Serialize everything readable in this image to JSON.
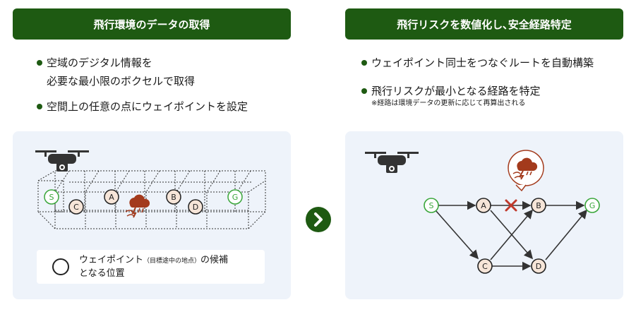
{
  "left": {
    "banner": "飛行環境のデータの取得",
    "bullet1_line1": "空域のデジタル情報を",
    "bullet1_line2": "必要な最小限のボクセルで取得",
    "bullet2": "空間上の任意の点にウェイポイントを設定",
    "legend_main": "ウェイポイント",
    "legend_small": "（目標途中の地点）",
    "legend_tail": "の候補",
    "legend_line2": "となる位置",
    "waypoints": [
      "S",
      "C",
      "A",
      "B",
      "D",
      "G"
    ]
  },
  "right": {
    "banner": "飛行リスクを数値化し､安全経路特定",
    "bullet1": "ウェイポイント同士をつなぐルートを自動構築",
    "bullet2": "飛行リスクが最小となる経路を特定",
    "note": "※経路は環境データの更新に応じて再算出される",
    "nodes": [
      "S",
      "A",
      "B",
      "C",
      "D",
      "G"
    ]
  },
  "colors": {
    "banner": "#1e5a12",
    "panel": "#eef3fa",
    "start_goal": "#3aa63a",
    "node_fill": "#f6e5d8",
    "block_x": "#c0392b",
    "weather_icon": "#a33a1c"
  },
  "icons": [
    "drone-icon",
    "storm-icon",
    "chevron-right-icon",
    "blocked-x-icon"
  ]
}
